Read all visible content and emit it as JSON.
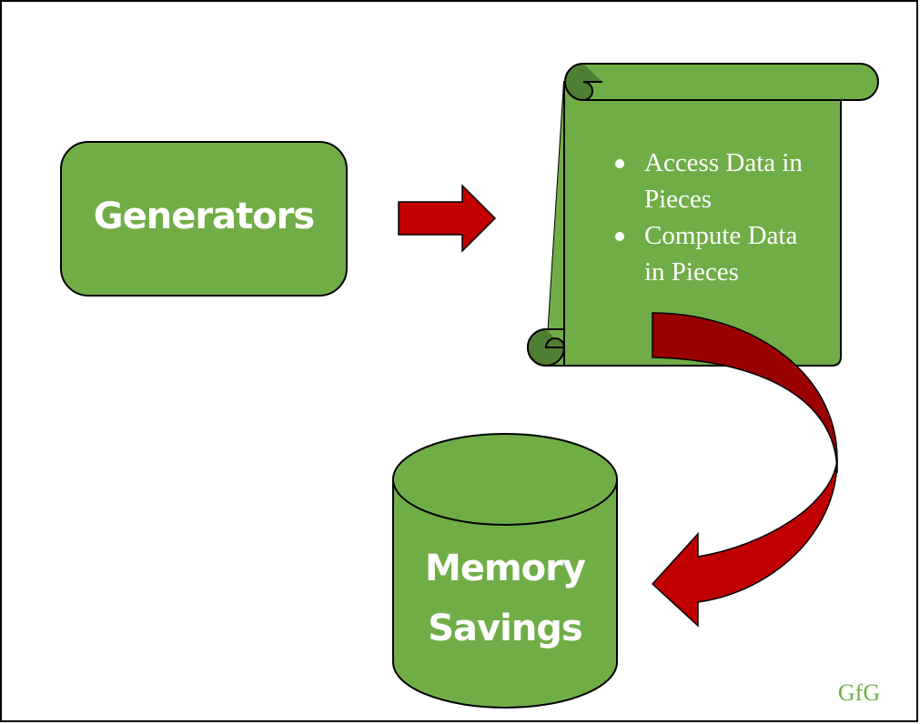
{
  "generators": {
    "label": "Generators"
  },
  "scroll": {
    "bullets": [
      {
        "lines": [
          "Access Data in",
          "Pieces"
        ]
      },
      {
        "lines": [
          "Compute Data",
          "in Pieces"
        ]
      }
    ]
  },
  "memory": {
    "lines": [
      "Memory",
      "Savings"
    ]
  },
  "watermark": {
    "text": "GfG"
  },
  "colors": {
    "shape_fill": "#70ad47",
    "shape_dark": "#4f7f32",
    "arrow_fill": "#c00000",
    "arrow_dark": "#8b0000",
    "watermark": "#70ad47"
  }
}
